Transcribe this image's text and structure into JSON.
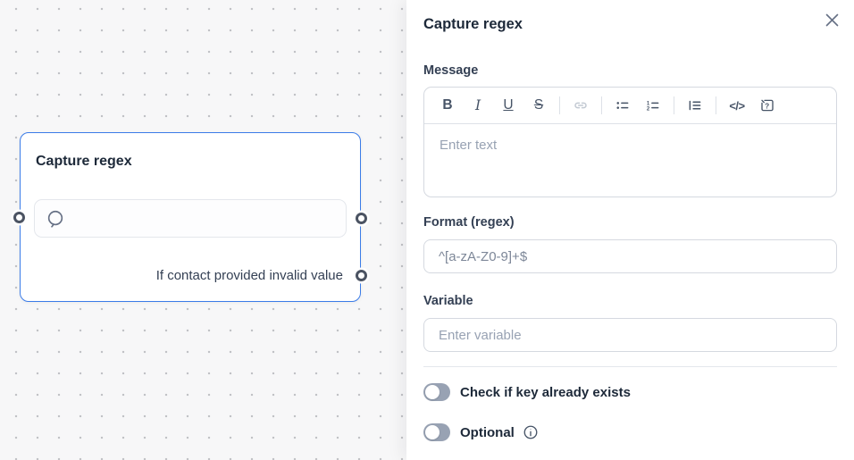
{
  "canvas": {
    "node": {
      "title": "Capture regex",
      "branch_label": "If contact provided invalid value"
    }
  },
  "panel": {
    "title": "Capture regex",
    "message_label": "Message",
    "message_placeholder": "Enter text",
    "toolbar": {
      "bold": "B",
      "italic": "I",
      "underline": "U",
      "strikethrough": "S",
      "code": "</>"
    },
    "format_label": "Format (regex)",
    "format_placeholder": "^[a-zA-Z0-9]+$",
    "variable_label": "Variable",
    "variable_placeholder": "Enter variable",
    "toggles": {
      "check_exists": {
        "label": "Check if key already exists",
        "state": "off"
      },
      "optional": {
        "label": "Optional",
        "state": "off"
      }
    }
  },
  "colors": {
    "node_border": "#3b7ce8",
    "toggle_off_track": "#98a2b3",
    "canvas_dot": "#bfc0c4",
    "label_text": "#344054"
  }
}
